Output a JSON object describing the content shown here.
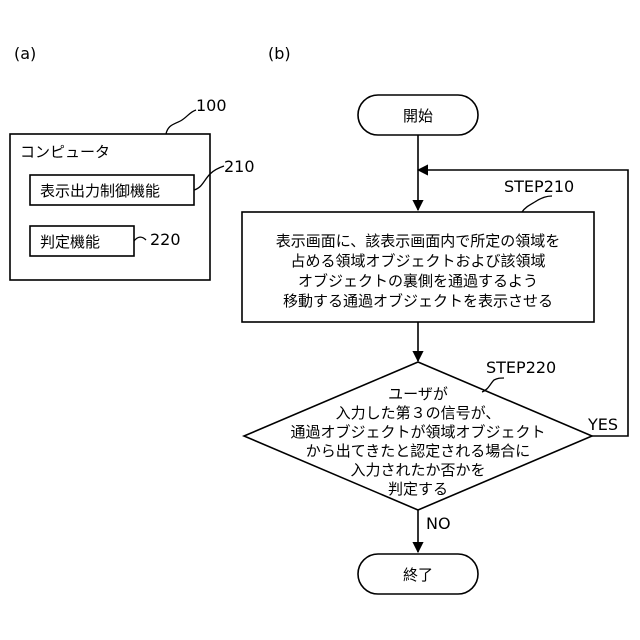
{
  "panel_a": {
    "label": "(a)",
    "computer": {
      "ref": "100",
      "title": "コンピュータ",
      "display_control": {
        "label": "表示出力制御機能",
        "ref": "210"
      },
      "judgment": {
        "label": "判定機能",
        "ref": "220"
      }
    }
  },
  "panel_b": {
    "label": "(b)",
    "start": "開始",
    "step210": {
      "tag": "STEP210",
      "lines": [
        "表示画面に、該表示画面内で所定の領域を",
        "占める領域オブジェクトおよび該領域",
        "オブジェクトの裏側を通過するよう",
        "移動する通過オブジェクトを表示させる"
      ]
    },
    "step220": {
      "tag": "STEP220",
      "lines": [
        "ユーザが",
        "入力した第３の信号が、",
        "通過オブジェクトが領域オブジェクト",
        "から出てきたと認定される場合に",
        "入力されたか否かを",
        "判定する"
      ]
    },
    "yes": "YES",
    "no": "NO",
    "end": "終了"
  }
}
